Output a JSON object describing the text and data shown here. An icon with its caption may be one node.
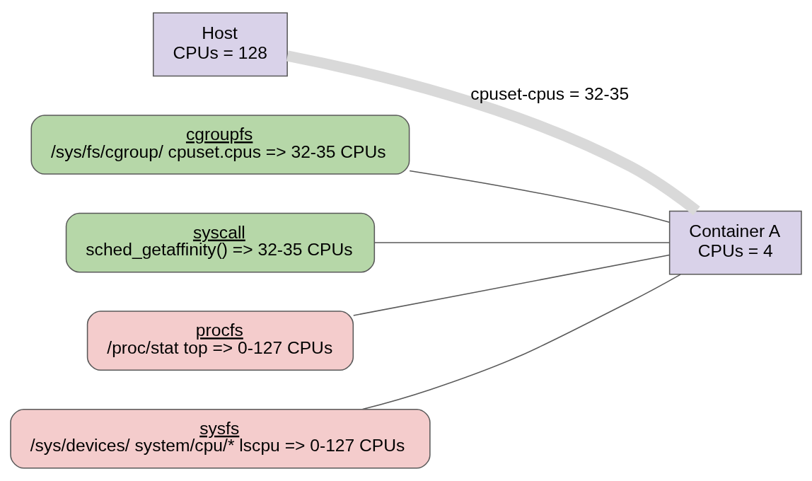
{
  "diagram": {
    "nodes": [
      {
        "text": [
          "Host",
          "CPUs = 128"
        ]
      },
      {
        "text": [
          "Container A",
          "CPUs = 4"
        ]
      },
      {
        "text": [
          "cgroupfs",
          "/sys/fs/cgroup/ cpuset.cpus => 32-35 CPUs"
        ]
      },
      {
        "text": [
          "syscall",
          "sched_getaffinity() => 32-35 CPUs"
        ]
      },
      {
        "text": [
          "procfs",
          "/proc/stat top => 0-127 CPUs"
        ]
      },
      {
        "text": [
          "sysfs",
          "/sys/devices/ system/cpu/* lscpu => 0-127 CPUs"
        ]
      }
    ],
    "edges": [
      {
        "from": 0,
        "to": 1,
        "arrow": "none",
        "label": "cpuset-cpus = 32-35",
        "style": "thick",
        "color": "#d9d9d9"
      },
      {
        "from": 2,
        "to": 1,
        "arrow": "none"
      },
      {
        "from": 3,
        "to": 1,
        "arrow": "none"
      },
      {
        "from": 4,
        "to": 1,
        "arrow": "none"
      },
      {
        "from": 5,
        "to": 1,
        "arrow": "none"
      }
    ]
  }
}
